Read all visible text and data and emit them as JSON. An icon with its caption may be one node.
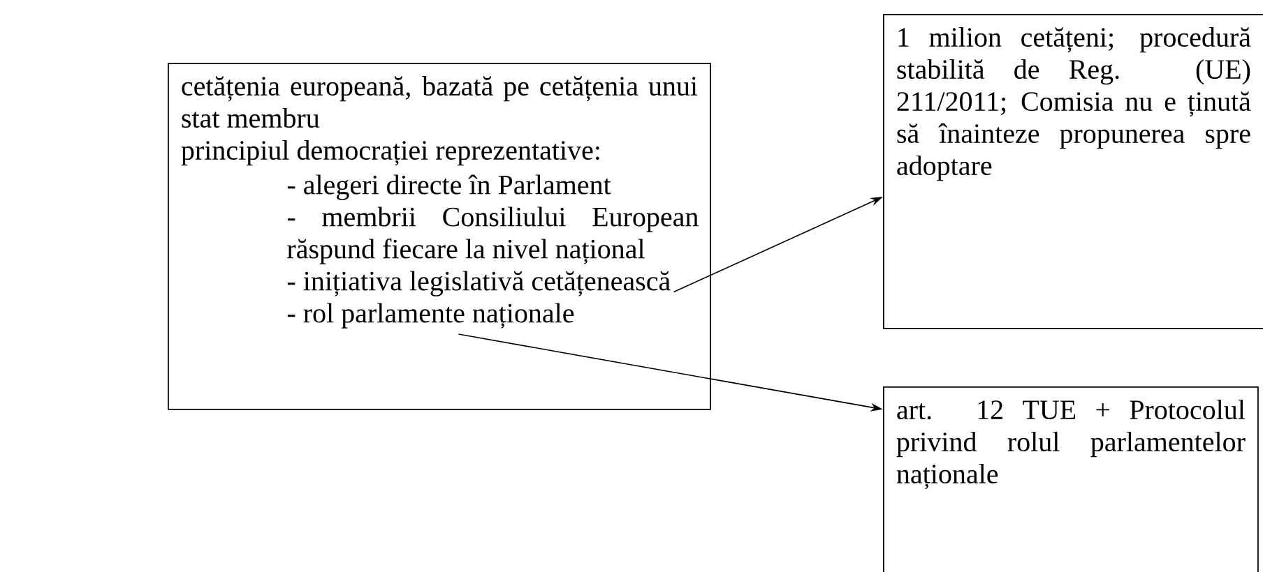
{
  "diagram": {
    "nodes": [
      {
        "text": [
          "cetățenia europeană, bazată pe cetățenia unui stat membru",
          "principiul democrației reprezentative:"
        ]
      },
      {
        "text": [
          "- alegeri directe în Parlament"
        ],
        "in": 0
      },
      {
        "text": [
          "- membrii Consiliului European răspund fiecare la nivel național"
        ],
        "in": 0
      },
      {
        "text": [
          "- inițiativa legislativă cetățenească"
        ],
        "in": 0
      },
      {
        "text": [
          "- rol parlamente naționale"
        ],
        "in": 0
      },
      {
        "text": [
          "1 milion cetățeni; procedură stabilită de Reg. (UE) 211/2011; Comisia nu e ținută să înainteze propunerea spre adoptare"
        ]
      },
      {
        "text": [
          "art. 12 TUE + Protocolul privind rolul parlamentelor naționale"
        ]
      }
    ],
    "edges": [
      {
        "from": 3,
        "to": 5,
        "arrow": "to"
      },
      {
        "from": 4,
        "to": 6,
        "arrow": "to"
      }
    ]
  }
}
